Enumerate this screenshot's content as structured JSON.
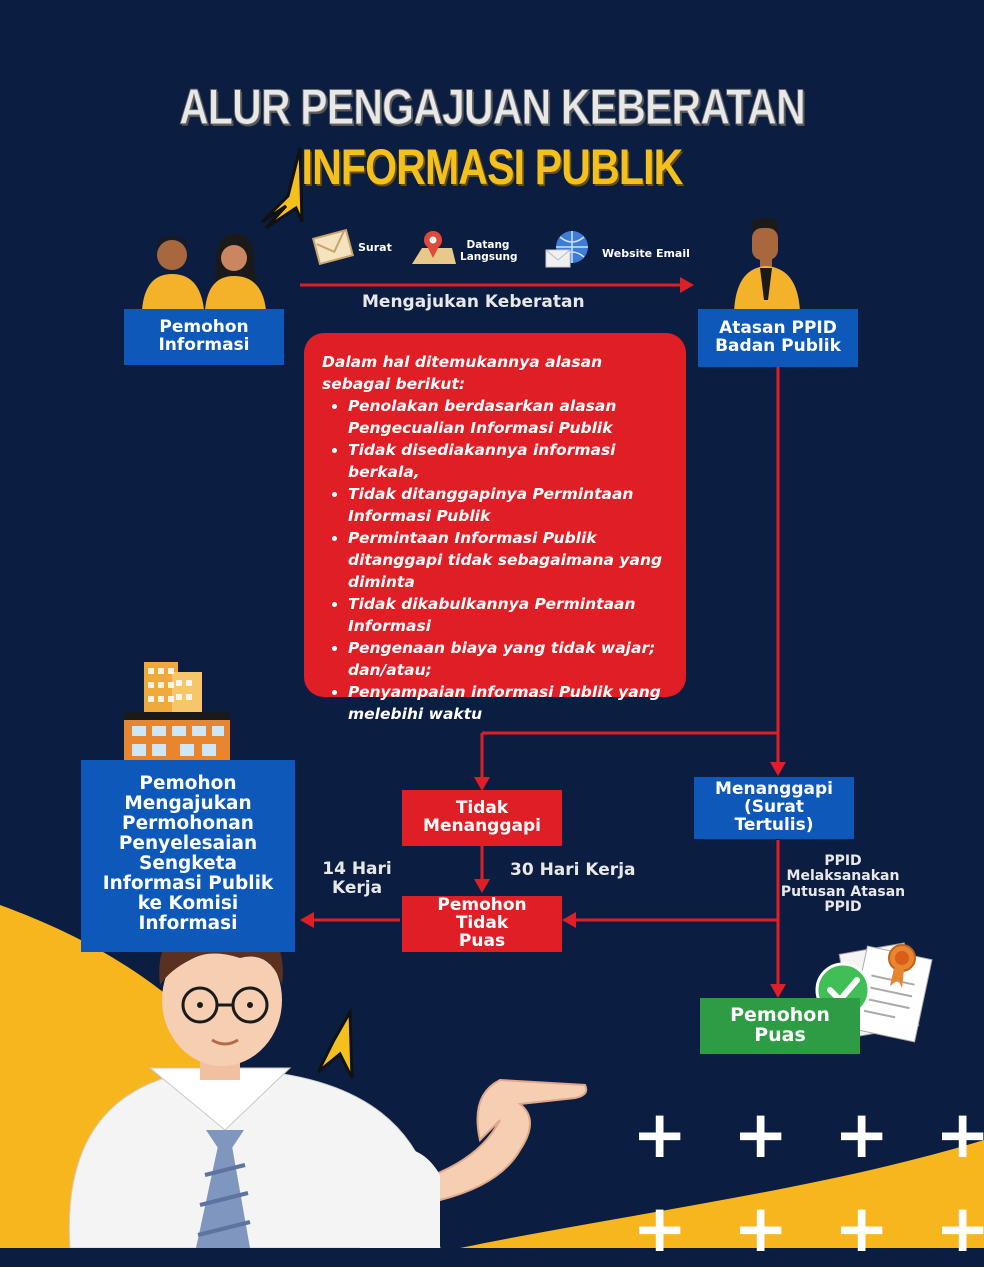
{
  "header": {
    "title_line1": "ALUR PENGAJUAN KEBERATAN",
    "title_line2": "INFORMASI PUBLIK"
  },
  "channels": {
    "surat": "Surat",
    "datang": "Datang Langsung",
    "website": "Website Email"
  },
  "nodes": {
    "pemohon_informasi": "Pemohon Informasi",
    "atasan_ppid": "Atasan PPID Badan Publik",
    "komisi": "Pemohon Mengajukan Permohonan Penyelesaian Sengketa Informasi Publik ke Komisi Informasi",
    "tidak_menanggapi": "Tidak Menanggapi",
    "menanggapi": "Menanggapi (Surat Tertulis)",
    "tidak_puas": "Pemohon Tidak Puas",
    "puas": "Pemohon Puas"
  },
  "edges": {
    "mengajukan": "Mengajukan Keberatan",
    "hari14": "14 Hari Kerja",
    "hari30": "30 Hari Kerja",
    "ppid_putusan": "PPID Melaksanakan Putusan Atasan PPID"
  },
  "reasons": {
    "intro": "Dalam hal ditemukannya alasan sebagai berikut:",
    "items": [
      "Penolakan berdasarkan alasan Pengecualian Informasi Publik",
      "Tidak disediakannya informasi berkala,",
      "Tidak ditanggapinya Permintaan Informasi Publik",
      "Permintaan Informasi Publik ditanggapi tidak sebagaimana yang diminta",
      "Tidak dikabulkannya Permintaan Informasi",
      "Pengenaan biaya yang tidak wajar; dan/atau;",
      "Penyampaian informasi Publik yang melebihi waktu"
    ]
  },
  "colors": {
    "background": "#0b1e42",
    "accent_yellow": "#f4c01e",
    "node_blue": "#0d58b8",
    "node_red": "#e01e25",
    "node_green": "#2e9b45"
  }
}
